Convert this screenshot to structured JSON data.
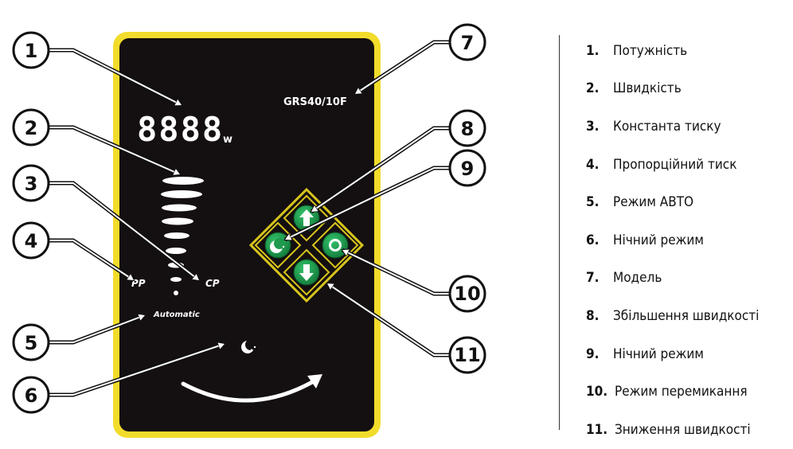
{
  "panel": {
    "display_digits": "8888",
    "display_unit": "w",
    "model_label": "GRS40/10F",
    "pp_label": "PP",
    "cp_label": "CP",
    "automatic_label": "Automatic",
    "colors": {
      "frame": "#f2dc2b",
      "panel": "#140f10",
      "button": "#1f9a4e",
      "keypad_outline": "#d8c51d"
    }
  },
  "callouts": [
    "1",
    "2",
    "3",
    "4",
    "5",
    "6",
    "7",
    "8",
    "9",
    "10",
    "11"
  ],
  "legend": [
    {
      "num": "1.",
      "label": "Потужність"
    },
    {
      "num": "2.",
      "label": "Швидкість"
    },
    {
      "num": "3.",
      "label": "Константа тиску"
    },
    {
      "num": "4.",
      "label": "Пропорційний тиск"
    },
    {
      "num": "5.",
      "label": "Режим АВТО"
    },
    {
      "num": "6.",
      "label": "Нічний режим"
    },
    {
      "num": "7.",
      "label": "Модель"
    },
    {
      "num": "8.",
      "label": "Збільшення швидкості"
    },
    {
      "num": "9.",
      "label": "Нічний режим"
    },
    {
      "num": "10.",
      "label": "Режим перемикання"
    },
    {
      "num": "11.",
      "label": "Зниження швидкості"
    }
  ]
}
